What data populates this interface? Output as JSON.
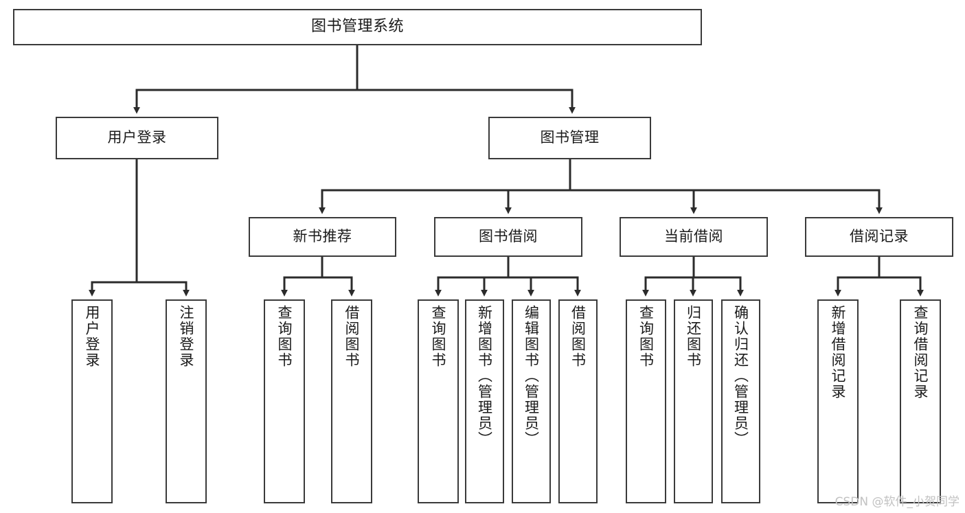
{
  "diagram": {
    "type": "tree",
    "title": "图书管理系统",
    "orientation": "top-down",
    "colors": {
      "node_border": "#3a3a3a",
      "node_fill": "#ffffff",
      "edge": "#2b2b2b",
      "text": "#1a1a1a",
      "watermark": "#c2c2c2",
      "background": "#ffffff"
    },
    "root": {
      "id": "root",
      "label": "图书管理系统",
      "text_direction": "horizontal"
    },
    "level1": [
      {
        "id": "n-user-login",
        "label": "用户登录",
        "text_direction": "horizontal"
      },
      {
        "id": "n-book-manage",
        "label": "图书管理",
        "text_direction": "horizontal"
      }
    ],
    "level2": [
      {
        "id": "n-new-book-rec",
        "label": "新书推荐",
        "text_direction": "horizontal",
        "parent": "n-book-manage"
      },
      {
        "id": "n-book-borrow",
        "label": "图书借阅",
        "text_direction": "horizontal",
        "parent": "n-book-manage"
      },
      {
        "id": "n-current-borrow",
        "label": "当前借阅",
        "text_direction": "horizontal",
        "parent": "n-book-manage"
      },
      {
        "id": "n-borrow-record",
        "label": "借阅记录",
        "text_direction": "horizontal",
        "parent": "n-book-manage"
      }
    ],
    "leaves": [
      {
        "id": "leaf-user-login",
        "label": "用户登录",
        "text_direction": "vertical",
        "parent": "n-user-login"
      },
      {
        "id": "leaf-logout",
        "label": "注销登录",
        "text_direction": "vertical",
        "parent": "n-user-login"
      },
      {
        "id": "leaf-query-book-1",
        "label": "查询图书",
        "text_direction": "vertical",
        "parent": "n-new-book-rec"
      },
      {
        "id": "leaf-borrow-book-1",
        "label": "借阅图书",
        "text_direction": "vertical",
        "parent": "n-new-book-rec"
      },
      {
        "id": "leaf-query-book-2",
        "label": "查询图书",
        "text_direction": "vertical",
        "parent": "n-book-borrow"
      },
      {
        "id": "leaf-add-book",
        "label": "新增图书（管理员）",
        "text_direction": "vertical",
        "parent": "n-book-borrow"
      },
      {
        "id": "leaf-edit-book",
        "label": "编辑图书（管理员）",
        "text_direction": "vertical",
        "parent": "n-book-borrow"
      },
      {
        "id": "leaf-borrow-book-2",
        "label": "借阅图书",
        "text_direction": "vertical",
        "parent": "n-book-borrow"
      },
      {
        "id": "leaf-query-book-3",
        "label": "查询图书",
        "text_direction": "vertical",
        "parent": "n-current-borrow"
      },
      {
        "id": "leaf-return-book",
        "label": "归还图书",
        "text_direction": "vertical",
        "parent": "n-current-borrow"
      },
      {
        "id": "leaf-confirm-return",
        "label": "确认归还（管理员）",
        "text_direction": "vertical",
        "parent": "n-current-borrow"
      },
      {
        "id": "leaf-add-record",
        "label": "新增借阅记录",
        "text_direction": "vertical",
        "parent": "n-borrow-record"
      },
      {
        "id": "leaf-query-record",
        "label": "查询借阅记录",
        "text_direction": "vertical",
        "parent": "n-borrow-record"
      }
    ]
  },
  "watermark": {
    "text": "CSDN @软件_小贺同学"
  }
}
